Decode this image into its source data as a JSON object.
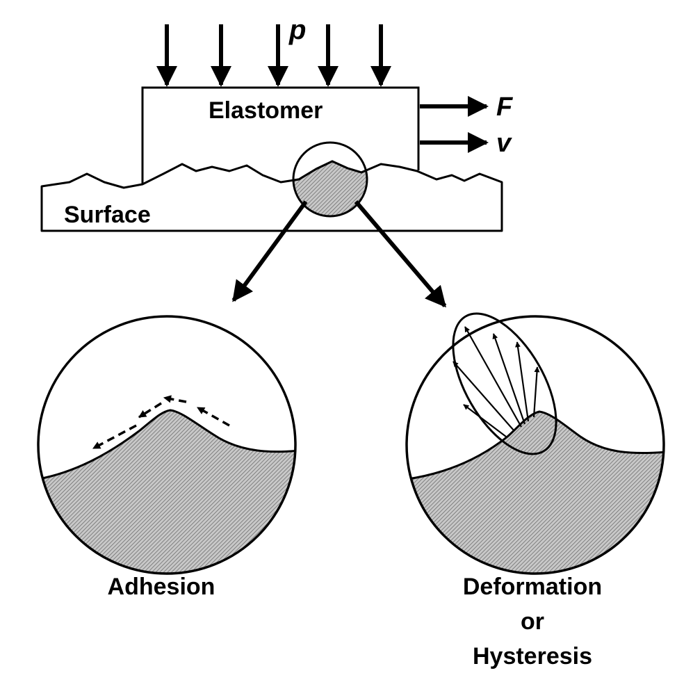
{
  "labels": {
    "pressure": "p",
    "elastomer": "Elastomer",
    "force": "F",
    "velocity": "v",
    "surface": "Surface",
    "adhesion": "Adhesion",
    "deformation_line1": "Deformation",
    "deformation_line2": "or",
    "deformation_line3": "Hysteresis"
  },
  "colors": {
    "stroke": "#000000",
    "background": "#ffffff",
    "hatch_fill": "#bdbdbd"
  }
}
